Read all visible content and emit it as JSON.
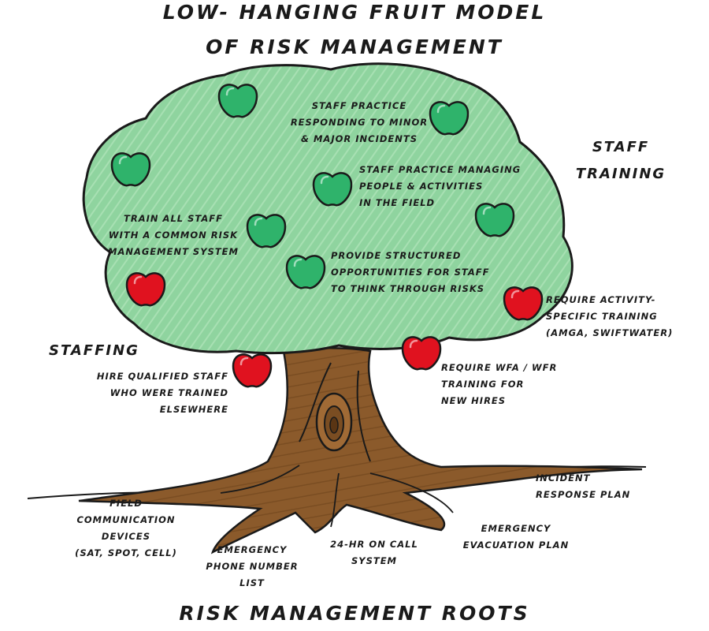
{
  "title": [
    "LOW- HANGING FRUIT MODEL",
    "OF RISK MANAGEMENT"
  ],
  "footer_title": "RISK MANAGEMENT ROOTS",
  "sections": {
    "staff_training": [
      "STAFF",
      "TRAINING"
    ],
    "staffing": "STAFFING"
  },
  "fruit_labels": {
    "practice_incidents": [
      "STAFF PRACTICE",
      "RESPONDING TO MINOR",
      "& MAJOR INCIDENTS"
    ],
    "practice_managing": [
      "STAFF PRACTICE MANAGING",
      "PEOPLE & ACTIVITIES",
      "IN THE FIELD"
    ],
    "train_all": [
      "TRAIN ALL STAFF",
      "WITH A COMMON RISK",
      "MANAGEMENT SYSTEM"
    ],
    "structured_opps": [
      "PROVIDE STRUCTURED",
      "OPPORTUNITIES FOR STAFF",
      "TO THINK THROUGH RISKS"
    ],
    "activity_training": [
      "REQUIRE ACTIVITY-",
      "SPECIFIC TRAINING",
      "(AMGA, SWIFTWATER)"
    ],
    "hire_qualified": [
      "HIRE QUALIFIED STAFF",
      "WHO WERE TRAINED",
      "ELSEWHERE"
    ],
    "wfa_wfr": [
      "REQUIRE WFA / WFR",
      "TRAINING FOR",
      "NEW HIRES"
    ]
  },
  "root_labels": {
    "incident_plan": [
      "INCIDENT",
      "RESPONSE PLAN"
    ],
    "field_comm": [
      "FIELD",
      "COMMUNICATION",
      "DEVICES",
      "(SAT, SPOT, CELL)"
    ],
    "phone_list": [
      "EMERGENCY",
      "PHONE NUMBER",
      "LIST"
    ],
    "on_call": [
      "24-HR ON CALL",
      "SYSTEM"
    ],
    "evacuation": [
      "EMERGENCY",
      "EVACUATION PLAN"
    ]
  },
  "colors": {
    "canopy": "#8fd49f",
    "canopy_hatch": "#a8e0b3",
    "trunk": "#8b5a2b",
    "green_apple": "#2fb36b",
    "red_apple": "#e0121f",
    "ink": "#1a1a1a"
  },
  "apples": [
    {
      "color": "green"
    },
    {
      "color": "green"
    },
    {
      "color": "green"
    },
    {
      "color": "green"
    },
    {
      "color": "green"
    },
    {
      "color": "green"
    },
    {
      "color": "green"
    },
    {
      "color": "red"
    },
    {
      "color": "red"
    },
    {
      "color": "red"
    },
    {
      "color": "red"
    }
  ]
}
